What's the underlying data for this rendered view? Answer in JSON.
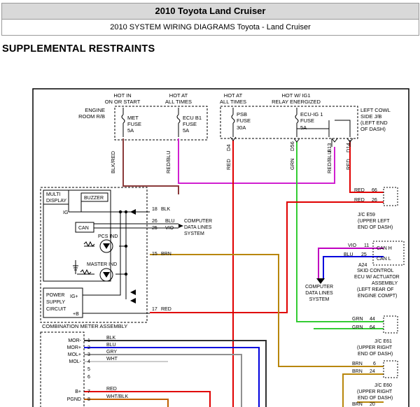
{
  "header": {
    "title": "2010 Toyota Land Cruiser",
    "subtitle": "2010 SYSTEM WIRING DIAGRAMS Toyota - Land Cruiser"
  },
  "section_title": "SUPPLEMENTAL RESTRAINTS",
  "colors": {
    "red": "#e00000",
    "blk_red": "#8a3a3a",
    "red_blu": "#d020d0",
    "grn": "#33cc33",
    "brn": "#b8860b",
    "vio": "#c000c0",
    "blu": "#0000dd",
    "blk": "#303030",
    "gry": "#909090",
    "wht_blk": "#c06000"
  },
  "diagram": {
    "hot_labels": [
      {
        "line1": "HOT IN",
        "line2": "ON OR START"
      },
      {
        "line1": "HOT AT",
        "line2": "ALL TIMES"
      },
      {
        "line1": "HOT AT",
        "line2": "ALL TIMES"
      },
      {
        "line1": "HOT W/ IG1",
        "line2": "RELAY ENERGIZED"
      }
    ],
    "engine_room": [
      "ENGINE",
      "ROOM R/B"
    ],
    "fuses": [
      {
        "name": "MET",
        "label": "FUSE",
        "amp": "5A"
      },
      {
        "name": "ECU B1",
        "label": "FUSE",
        "amp": "5A"
      },
      {
        "name": "PSB",
        "label": "FUSE",
        "amp": "30A"
      },
      {
        "name": "ECU-IG 1",
        "label": "FUSE",
        "amp": "5A"
      }
    ],
    "left_cowl": [
      "LEFT COWL",
      "SIDE J/B",
      "(LEFT END",
      "OF DASH)"
    ],
    "pins": [
      "D4",
      "D56",
      "B13",
      "D14"
    ],
    "wire_colors": [
      "BLK/RED",
      "RED/BLU",
      "RED",
      "GRN",
      "RED/BLU",
      "RED"
    ],
    "meter_labels": {
      "multi_display": [
        "MULTI",
        "DISPLAY"
      ],
      "buzzer": "BUZZER",
      "ig": "IG",
      "can": "CAN",
      "pcs_ind": "PCS IND",
      "master_ind": "MASTER IND",
      "power_supply": [
        "POWER",
        "SUPPLY",
        "CIRCUIT"
      ],
      "ig_plus": "IG+",
      "b_plus": "+B",
      "assembly": "COMBINATION METER ASSEMBLY"
    },
    "meter_pins": [
      {
        "num": "18",
        "color": "BLK"
      },
      {
        "num": "26",
        "color": "BLU"
      },
      {
        "num": "25",
        "color": "VIO"
      },
      {
        "num": "15",
        "color": "BRN"
      },
      {
        "num": "17",
        "color": "RED"
      }
    ],
    "computer_lines_1": [
      "COMPUTER",
      "DATA LINES",
      "SYSTEM"
    ],
    "computer_lines_2": [
      "COMPUTER",
      "DATA LINES",
      "SYSTEM"
    ],
    "je59_pins": [
      {
        "color": "RED",
        "num": "66"
      },
      {
        "color": "RED",
        "num": "26"
      }
    ],
    "je59_label": [
      "J/C E59",
      "(UPPER LEFT",
      "END OF DASH)"
    ],
    "skid_pins": [
      {
        "color": "VIO",
        "num": "11",
        "name": "CAN H"
      },
      {
        "color": "BLU",
        "num": "25",
        "name": "CAN L"
      }
    ],
    "a24": "A24",
    "skid_label": [
      "SKID CONTROL",
      "ECU W/ ACTUATOR",
      "ASSEMBLY",
      "(LEFT REAR OF",
      "ENGINE COMPT)"
    ],
    "je61_pins": [
      {
        "color": "GRN",
        "num": "44"
      },
      {
        "color": "GRN",
        "num": "64"
      }
    ],
    "je61_label": [
      "J/C E61",
      "(UPPER RIGHT",
      "END OF DASH)"
    ],
    "je60_pins": [
      {
        "color": "BRN",
        "num": "6"
      },
      {
        "color": "BRN",
        "num": "24"
      }
    ],
    "je60_label": [
      "J/C E60",
      "(UPPER RIGHT",
      "END OF DASH)"
    ],
    "je_bottom": {
      "color": "BRN",
      "num": "20"
    },
    "bottom_connector": [
      {
        "name": "MOR-",
        "num": "1",
        "color": "BLK"
      },
      {
        "name": "MOR+",
        "num": "2",
        "color": "BLU"
      },
      {
        "name": "MOL+",
        "num": "3",
        "color": "GRY"
      },
      {
        "name": "MOL-",
        "num": "4",
        "color": "WHT"
      },
      {
        "name": "",
        "num": "5",
        "color": ""
      },
      {
        "name": "",
        "num": "6",
        "color": ""
      },
      {
        "name": "B+",
        "num": "7",
        "color": "RED"
      },
      {
        "name": "PGND",
        "num": "8",
        "color": "WHT/BLK"
      }
    ]
  }
}
